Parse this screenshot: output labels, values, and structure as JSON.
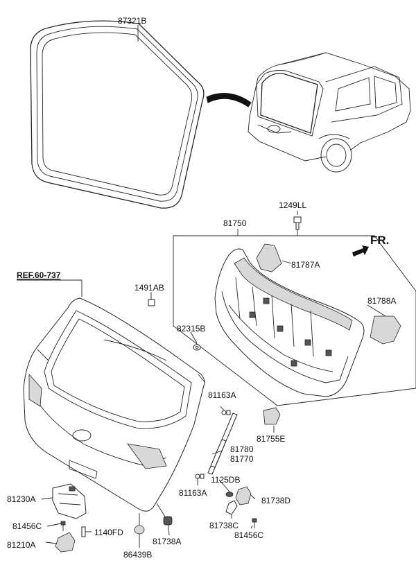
{
  "diagram": {
    "reference": "REF.60-737",
    "direction_label": "FR.",
    "part_labels": {
      "weatherstrip": "87321B",
      "tailgate_trim_assy": "81750",
      "bolt_top": "1249LL",
      "trim_cover_left": "81787A",
      "trim_cover_right": "81788A",
      "clip_1491": "1491AB",
      "fastener_82315": "82315B",
      "bumper_81755": "81755E",
      "ball_stud_upper": "81163A",
      "lifter_a": "81780",
      "lifter_b": "81770",
      "ball_stud_lower": "81163A",
      "bolt_1125": "1125DB",
      "striker_upper": "81738D",
      "striker_lower": "81738C",
      "bolt_81456_right": "81456C",
      "latch_actuator": "81230A",
      "bolt_81456_left": "81456C",
      "screw_1140": "1140FD",
      "latch_cover": "81210A",
      "grommet_86439": "86439B",
      "bumper_81738a": "81738A"
    }
  }
}
